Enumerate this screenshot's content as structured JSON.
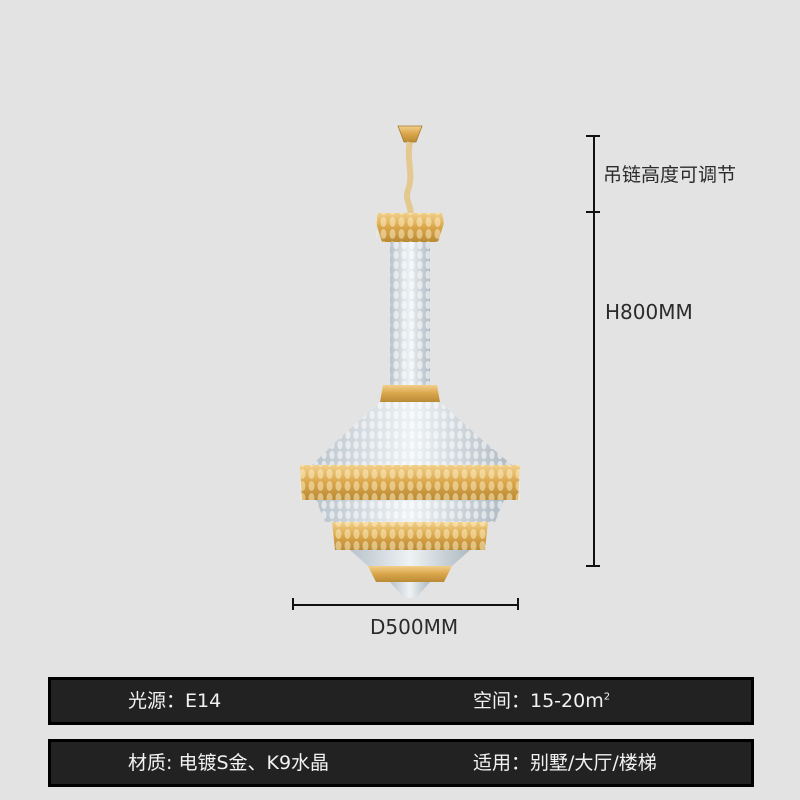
{
  "product": {
    "name": "crystal-chandelier",
    "colors": {
      "gold": "#d9a54a",
      "crystal": "#c9d3da",
      "background": "#e3e3e3",
      "bar_fill": "#222222",
      "bar_border": "#000000"
    }
  },
  "dimensions": {
    "chain_label": "吊链高度可调节",
    "height_label": "H800MM",
    "diameter_label": "D500MM"
  },
  "specs": {
    "row1": {
      "left": "光源：E14",
      "right_prefix": "空间：15-20m",
      "right_sup": "2"
    },
    "row2": {
      "left": "材质: 电镀S金、K9水晶",
      "right": "适用：别墅/大厅/楼梯"
    }
  }
}
